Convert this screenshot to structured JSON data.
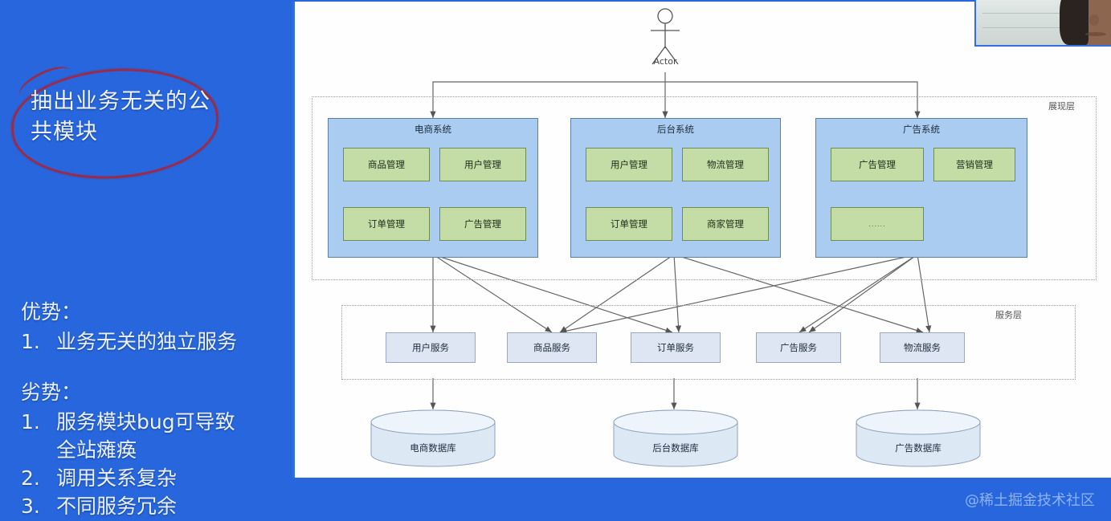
{
  "slide": {
    "headline": "抽出业务无关的公共模块",
    "pros": {
      "title": "优势：",
      "items": [
        {
          "num": "1.",
          "text": "业务无关的独立服务"
        }
      ]
    },
    "cons": {
      "title": "劣势：",
      "items": [
        {
          "num": "1.",
          "text": "服务模块bug可导致\n全站瘫痪"
        },
        {
          "num": "2.",
          "text": "调用关系复杂"
        },
        {
          "num": "3.",
          "text": "不同服务冗余"
        }
      ]
    },
    "watermark": "@稀土掘金技术社区"
  },
  "diagram": {
    "actor_label": "Actor",
    "layers": [
      {
        "name": "presentation",
        "label": "展现层"
      },
      {
        "name": "service",
        "label": "服务层"
      }
    ],
    "systems": [
      {
        "title": "电商系统",
        "modules": [
          "商品管理",
          "用户管理",
          "订单管理",
          "广告管理"
        ]
      },
      {
        "title": "后台系统",
        "modules": [
          "用户管理",
          "物流管理",
          "订单管理",
          "商家管理"
        ]
      },
      {
        "title": "广告系统",
        "modules": [
          "广告管理",
          "营销管理",
          "......"
        ]
      }
    ],
    "services": [
      "用户服务",
      "商品服务",
      "订单服务",
      "广告服务",
      "物流服务"
    ],
    "databases": [
      "电商数据库",
      "后台数据库",
      "广告数据库"
    ],
    "colors": {
      "background_blue": "#2766dd",
      "system_box": "#a9ccf0",
      "module_box": "#c4dca6",
      "service_box": "#dde6f2",
      "database_box": "#dde8f5",
      "annotation_red": "#a4283f"
    }
  }
}
